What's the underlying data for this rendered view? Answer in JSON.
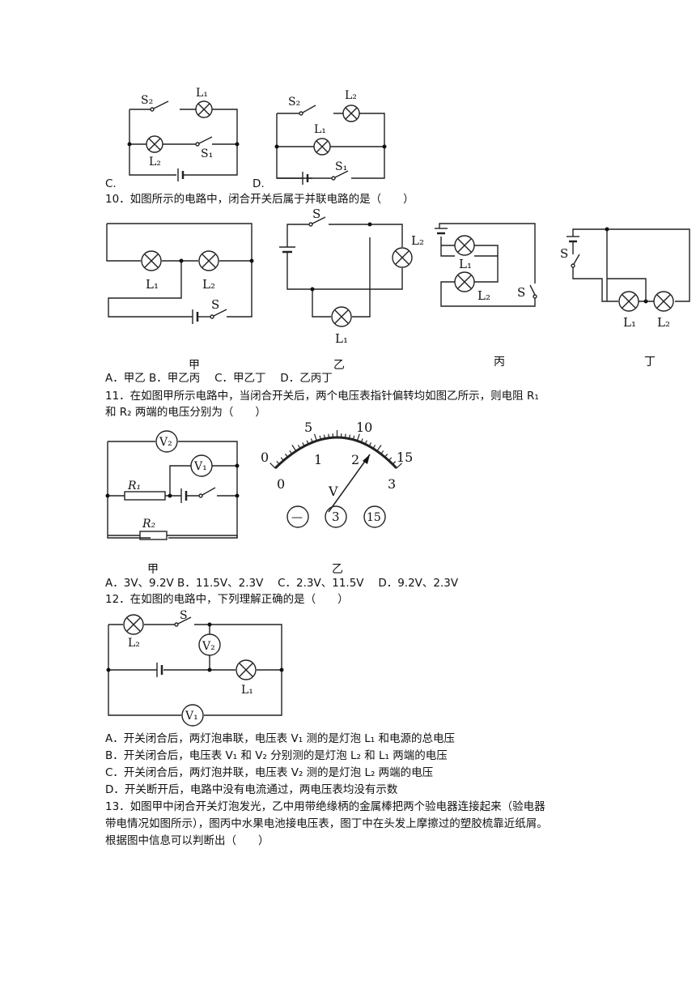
{
  "q9": {
    "option_c": "C.",
    "option_d": "D.",
    "fig_c": {
      "s2": "S₂",
      "l1": "L₁",
      "l2": "L₂",
      "s1": "S₁"
    },
    "fig_d": {
      "s2": "S₂",
      "l2": "L₂",
      "l1": "L₁",
      "s1": "S₁"
    }
  },
  "q10": {
    "stem": "10．如图所示的电路中，闭合开关后属于并联电路的是（　　）",
    "figs": {
      "jia": {
        "caption": "甲",
        "l1": "L₁",
        "l2": "L₂",
        "s": "S"
      },
      "yi": {
        "caption": "乙",
        "s": "S",
        "l2": "L₂",
        "l1": "L₁"
      },
      "bing": {
        "caption": "丙",
        "l1": "L₁",
        "l2": "L₂",
        "s": "S"
      },
      "ding": {
        "caption": "丁",
        "s": "S",
        "l1": "L₁",
        "l2": "L₂"
      }
    },
    "options": "A．甲乙 B．甲乙丙　 C．甲乙丁　 D．乙丙丁"
  },
  "q11": {
    "stem_line1": "11．在如图甲所示电路中，当闭合开关后，两个电压表指针偏转均如图乙所示，则电阻 R₁",
    "stem_line2": "和 R₂ 两端的电压分别为（　　）",
    "fig_jia": {
      "caption": "甲",
      "v2": "V₂",
      "v1": "V₁",
      "r1": "R₁",
      "r2": "R₂"
    },
    "fig_yi": {
      "caption": "乙",
      "upper_ticks": [
        "0",
        "5",
        "10",
        "15"
      ],
      "lower_ticks": [
        "0",
        "1",
        "2",
        "3"
      ],
      "unit": "V",
      "terminals": [
        "—",
        "3",
        "15"
      ]
    },
    "options": "A．3V、9.2V B．11.5V、2.3V　 C．2.3V、11.5V　 D．9.2V、2.3V"
  },
  "q12": {
    "stem": "12．在如图的电路中，下列理解正确的是（　　）",
    "fig": {
      "l2": "L₂",
      "s": "S",
      "v2": "V₂",
      "l1": "L₁",
      "v1": "V₁"
    },
    "options": [
      "A．开关闭合后，两灯泡串联，电压表 V₁ 测的是灯泡 L₁ 和电源的总电压",
      "B．开关闭合后，电压表 V₁ 和 V₂ 分别测的是灯泡 L₂ 和 L₁ 两端的电压",
      "C．开关闭合后，两灯泡并联，电压表 V₂ 测的是灯泡 L₂ 两端的电压",
      "D．开关断开后，电路中没有电流通过，两电压表均没有示数"
    ]
  },
  "q13": {
    "lines": [
      "13．如图甲中闭合开关灯泡发光，乙中用带绝缘柄的金属棒把两个验电器连接起来（验电器",
      "带电情况如图所示），图丙中水果电池接电压表，图丁中在头发上摩擦过的塑胶梳靠近纸屑。",
      "根据图中信息可以判断出（　　）"
    ]
  }
}
